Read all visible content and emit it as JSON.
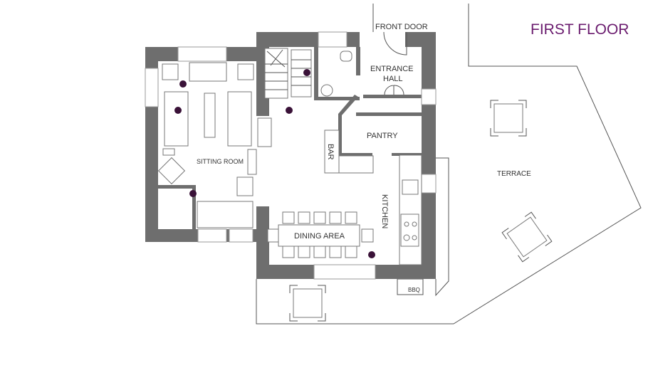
{
  "title": "FIRST FLOOR",
  "rooms": {
    "front_door": "FRONT DOOR",
    "entrance_hall_1": "ENTRANCE",
    "entrance_hall_2": "HALL",
    "pantry": "PANTRY",
    "bar": "BAR",
    "sitting_room": "SITTING ROOM",
    "kitchen": "KITCHEN",
    "dining_area": "DINING AREA",
    "terrace": "TERRACE",
    "bbq": "BBQ"
  },
  "colors": {
    "title": "#6a1b6e",
    "walls": "#6e6e6e",
    "markers": "#3a1238"
  }
}
